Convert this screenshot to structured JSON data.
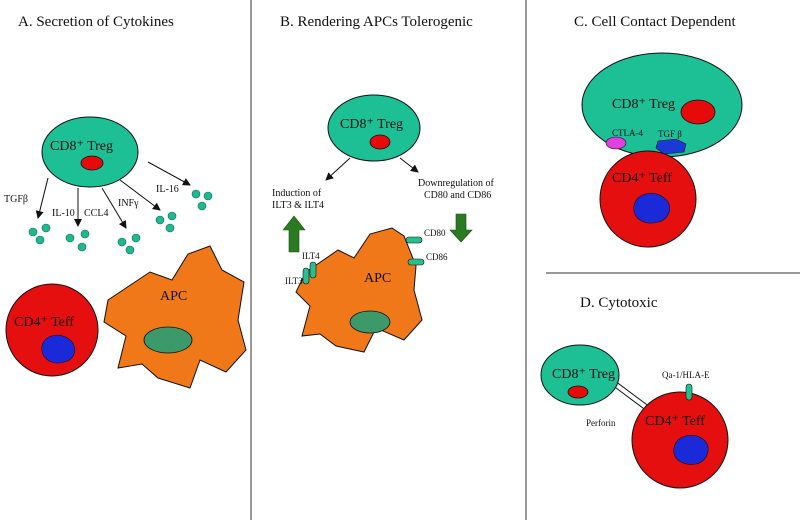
{
  "colors": {
    "treg_fill": "#1dbf95",
    "teff_fill": "#e50f0f",
    "apc_fill": "#f07818",
    "nucleus_red": "#e60a0a",
    "nucleus_blue": "#1a2ad8",
    "apc_nucleus": "#3c9a6a",
    "arrow_green": "#2a7a22",
    "ctla4_fill": "#e040e0",
    "tgfb_fill": "#1a3ad8",
    "receptor_fill": "#25c08f",
    "cytokine_dot": "#20b890",
    "divider": "#333333"
  },
  "panels": {
    "a": {
      "title": "A.  Secretion of Cytokines",
      "treg": "CD8⁺ Treg",
      "teff": "CD4⁺ Teff",
      "apc": "APC",
      "cytokines": [
        "TGFβ",
        "IL-10",
        "CCL4",
        "INFγ",
        "IL-16"
      ]
    },
    "b": {
      "title": "B.  Rendering APCs Tolerogenic",
      "treg": "CD8⁺ Treg",
      "apc": "APC",
      "induction_line1": "Induction of",
      "induction_line2": "ILT3 & ILT4",
      "downreg_line1": "Downregulation of",
      "downreg_line2": "CD80 and CD86",
      "receptors": [
        "ILT4",
        "ILT3",
        "CD80",
        "CD86"
      ]
    },
    "c": {
      "title": "C.  Cell Contact Dependent",
      "treg": "CD8⁺ Treg",
      "teff": "CD4⁺ Teff",
      "ctla4": "CTLA-4",
      "tgfb": "TGF β"
    },
    "d": {
      "title": "D.  Cytotoxic",
      "treg": "CD8⁺ Treg",
      "teff": "CD4⁺ Teff",
      "perforin": "Perforin",
      "qa1": "Qa-1/HLA-E"
    }
  }
}
